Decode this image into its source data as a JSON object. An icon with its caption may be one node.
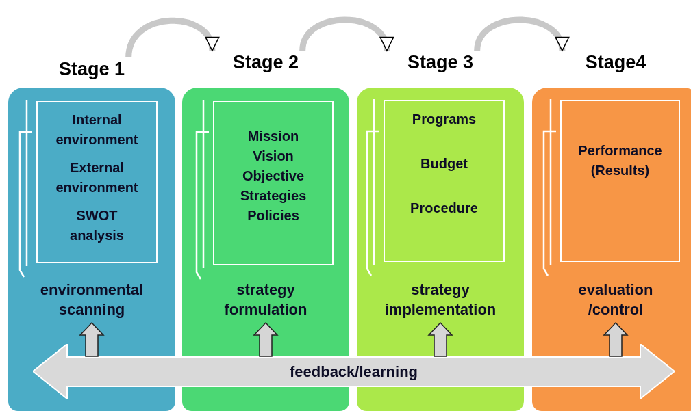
{
  "diagram": {
    "nodes": [
      {
        "text": [
          "Stage 1"
        ]
      },
      {
        "text": [
          "Internal environment",
          "External environment",
          "SWOT analysis"
        ],
        "in": 0
      },
      {
        "text": [
          "environmental scanning"
        ],
        "in": 0
      },
      {
        "text": [
          "Stage 2"
        ]
      },
      {
        "text": [
          "Mission",
          "Vision",
          "Objective",
          "Strategies",
          "Policies"
        ],
        "in": 3
      },
      {
        "text": [
          "strategy formulation"
        ],
        "in": 3
      },
      {
        "text": [
          "Stage 3"
        ]
      },
      {
        "text": [
          "Programs",
          "Budget",
          "Procedure"
        ],
        "in": 6
      },
      {
        "text": [
          "strategy implementation"
        ],
        "in": 6
      },
      {
        "text": [
          "Stage4"
        ]
      },
      {
        "text": [
          "Performance (Results)"
        ],
        "in": 9
      },
      {
        "text": [
          "evaluation /control"
        ],
        "in": 9
      },
      {
        "text": [
          "feedback/learning"
        ]
      }
    ],
    "edges": [
      {
        "from": 0,
        "to": 3,
        "arrow": "to"
      },
      {
        "from": 3,
        "to": 6,
        "arrow": "to"
      },
      {
        "from": 6,
        "to": 9,
        "arrow": "to"
      },
      {
        "from": 12,
        "to": 2,
        "arrow": "to"
      },
      {
        "from": 12,
        "to": 5,
        "arrow": "to"
      },
      {
        "from": 12,
        "to": 8,
        "arrow": "to"
      },
      {
        "from": 12,
        "to": 11,
        "arrow": "to"
      }
    ]
  }
}
